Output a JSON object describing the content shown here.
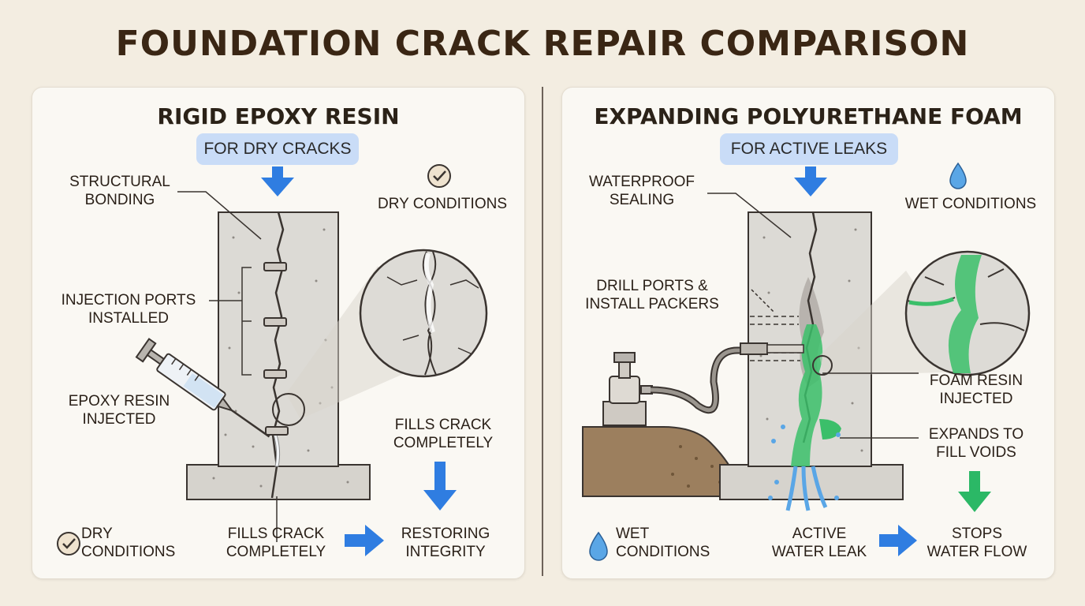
{
  "title": "FOUNDATION CRACK REPAIR COMPARISON",
  "left": {
    "title": "RIGID EPOXY RESIN",
    "badge": "FOR DRY CRACKS",
    "structural_1": "STRUCTURAL",
    "structural_2": "BONDING",
    "dry_conditions": "DRY CONDITIONS",
    "ports_1": "INJECTION PORTS",
    "ports_2": "INSTALLED",
    "resin_1": "EPOXY RESIN",
    "resin_2": "INJECTED",
    "fills_1": "FILLS CRACK",
    "fills_2": "COMPLETELY",
    "bottom_dry_1": "DRY",
    "bottom_dry_2": "CONDITIONS",
    "bottom_fills_1": "FILLS CRACK",
    "bottom_fills_2": "COMPLETELY",
    "restoring_1": "RESTORING",
    "restoring_2": "INTEGRITY"
  },
  "right": {
    "title": "EXPANDING POLYURETHANE FOAM",
    "badge": "FOR ACTIVE LEAKS",
    "waterproof_1": "WATERPROOF",
    "waterproof_2": "SEALING",
    "wet_conditions": "WET CONDITIONS",
    "drill_1": "DRILL PORTS &",
    "drill_2": "INSTALL PACKERS",
    "foam_1": "FOAM RESIN",
    "foam_2": "INJECTED",
    "expands_1": "EXPANDS TO",
    "expands_2": "FILL VOIDS",
    "bottom_wet_1": "WET",
    "bottom_wet_2": "CONDITIONS",
    "leak_1": "ACTIVE",
    "leak_2": "WATER LEAK",
    "stops_1": "STOPS",
    "stops_2": "WATER FLOW"
  },
  "colors": {
    "background": "#f3ede1",
    "badge": "#c9dcf7",
    "arrow_blue": "#2f7de1",
    "foam_green": "#3bbf6a",
    "concrete": "#dcdad5",
    "soil": "#9c7f5e"
  },
  "icons": [
    "check-circle-icon",
    "water-drop-icon",
    "arrow-down-icon",
    "arrow-right-icon",
    "syringe-icon",
    "pump-icon",
    "magnifier-icon"
  ]
}
